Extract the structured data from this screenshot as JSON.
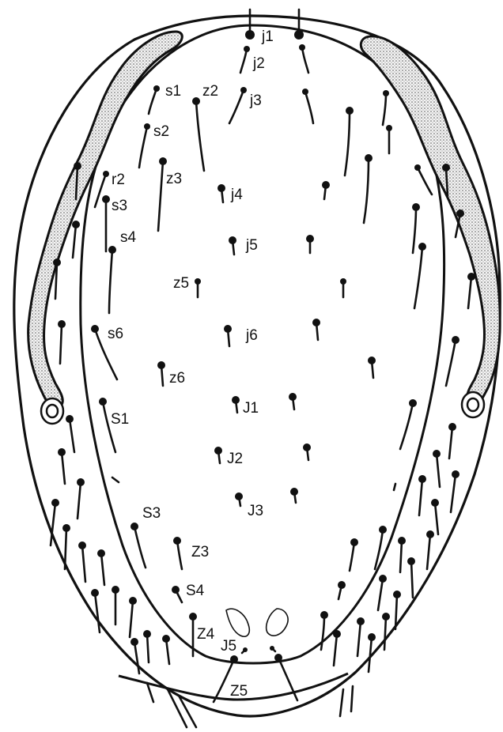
{
  "labels": {
    "j1": "j1",
    "j2": "j2",
    "j3": "j3",
    "j4": "j4",
    "j5": "j5",
    "j6": "j6",
    "J1": "J1",
    "J2": "J2",
    "J3": "J3",
    "J5": "J5",
    "s1": "s1",
    "s2": "s2",
    "s3": "s3",
    "s4": "s4",
    "s6": "s6",
    "z2": "z2",
    "z3": "z3",
    "z5": "z5",
    "z6": "z6",
    "r2": "r2",
    "S1": "S1",
    "S3": "S3",
    "S4": "S4",
    "Z3": "Z3",
    "Z4": "Z4",
    "Z5": "Z5"
  }
}
